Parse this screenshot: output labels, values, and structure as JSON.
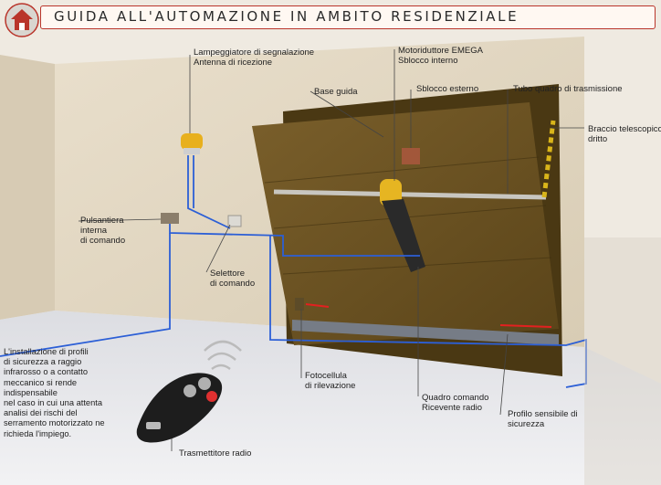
{
  "header": {
    "title": "GUIDA ALL'AUTOMAZIONE IN AMBITO RESIDENZIALE",
    "home_icon": "house-icon"
  },
  "labels": {
    "lampeggiatore": [
      "Lampeggiatore di segnalazione",
      "Antenna di ricezione"
    ],
    "motoriduttore": [
      "Motoriduttore EMEGA",
      "Sblocco interno"
    ],
    "base_guida": "Base guida",
    "sblocco_esterno": "Sblocco esterno",
    "tubo_quadro": "Tubo quadro di trasmissione",
    "braccio": [
      "Braccio telescopico",
      "dritto"
    ],
    "pulsantiera": [
      "Pulsantiera",
      "interna",
      "di comando"
    ],
    "selettore": [
      "Selettore",
      "di comando"
    ],
    "fotocellula": [
      "Fotocellula",
      "di rilevazione"
    ],
    "quadro_comando": [
      "Quadro comando",
      "Ricevente radio"
    ],
    "profilo": [
      "Profilo sensibile di",
      "sicurezza"
    ],
    "trasmettitore": "Trasmettitore radio"
  },
  "note": [
    "L'installazione di profili",
    "di sicurezza a raggio",
    "infrarosso o a contatto",
    "meccanico si rende",
    "indispensabile",
    "nel caso in cui una attenta",
    "analisi dei rischi del",
    "serramento motorizzato ne",
    "richieda l'impiego."
  ],
  "colors": {
    "accent": "#b9352b",
    "wiring": "#2c5fd6",
    "door": "#6b5224",
    "wall": "#e4d9c5"
  }
}
